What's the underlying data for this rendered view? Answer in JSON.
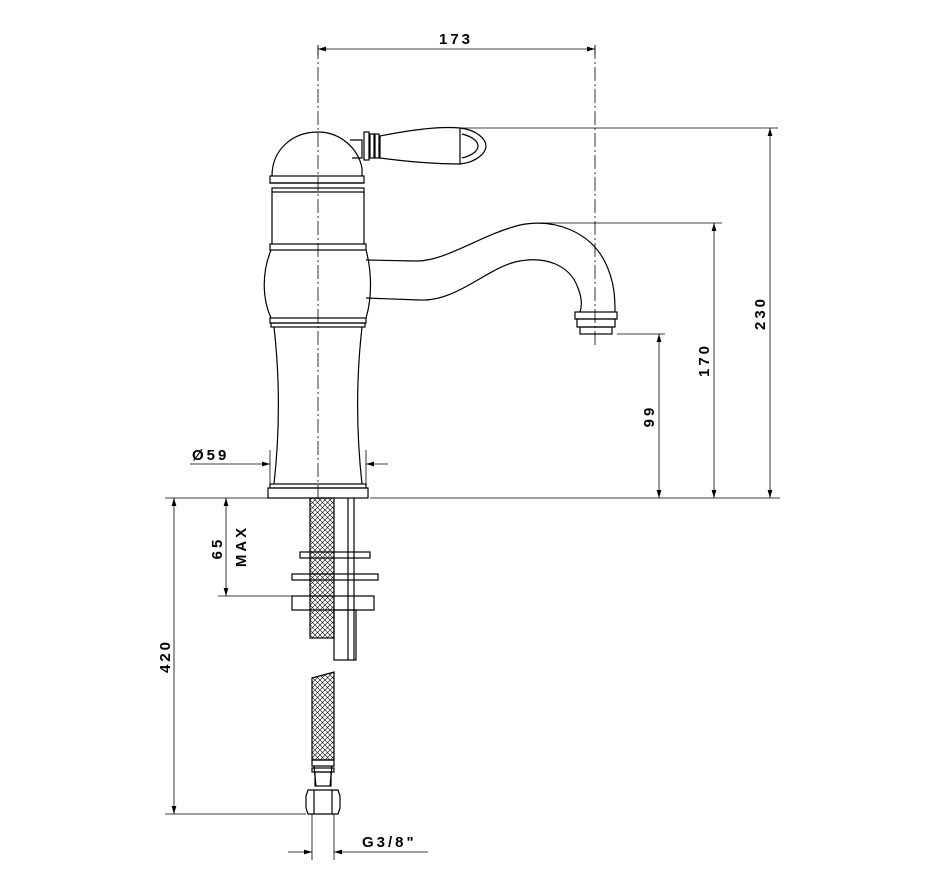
{
  "dimensions": {
    "spout_reach": "173",
    "total_height": "230",
    "spout_height": "170",
    "outlet_height": "99",
    "base_diameter": "Ø59",
    "max_thickness_value": "65",
    "max_thickness_word": "MAX",
    "hose_length": "420",
    "connection_thread": "G3/8\""
  }
}
